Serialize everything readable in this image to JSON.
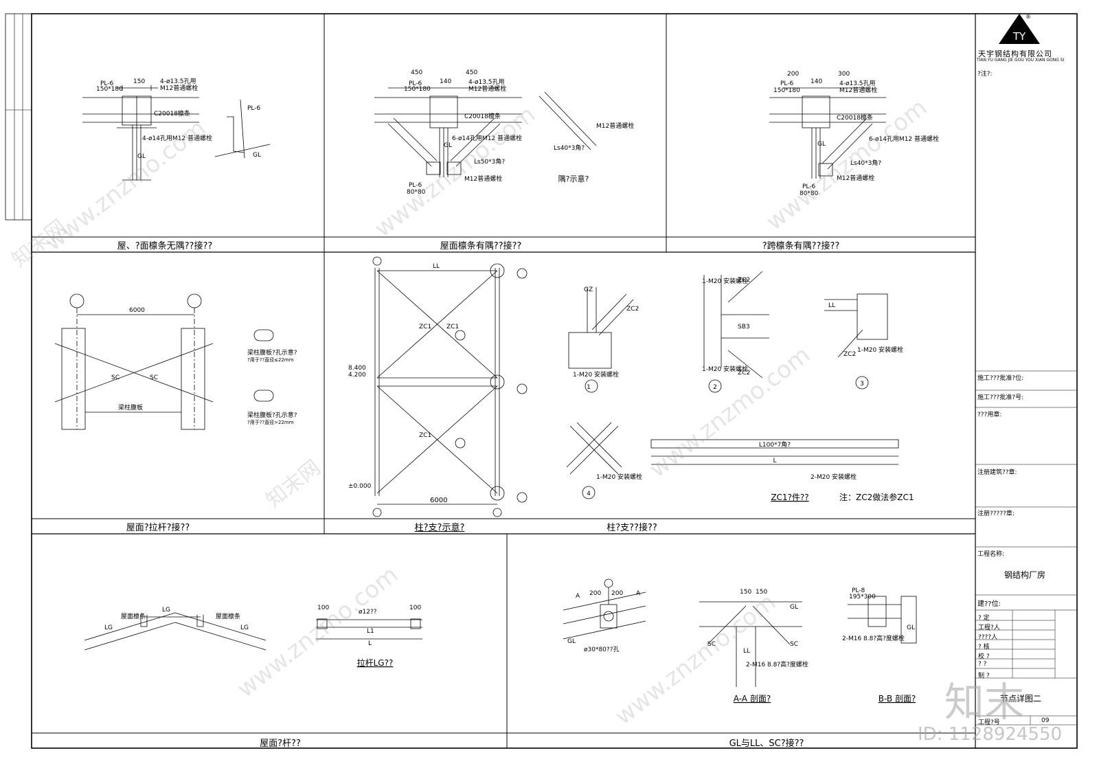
{
  "company": {
    "logo_text": "TY",
    "registered_mark": "®",
    "name_cn": "天宇钢结构有限公司",
    "name_pinyin": "TIAN YU GANG JIE GOU YOU XIAN GONG SI"
  },
  "title_block": {
    "note": "?注?:",
    "fields": [
      "施工???批准?位:",
      "施工???批准?号:",
      "???用章:",
      "注册建筑??章:",
      "注册?????章:",
      "工程名称:"
    ],
    "project_name": "钢结构厂房",
    "client_label": "建??位:",
    "roles": [
      "?  定",
      "工程?人",
      "????人",
      "?  核",
      "校  ?",
      "?  ?",
      "制  ?"
    ],
    "drawing_title": "节点详图二",
    "drawing_no_label": "工程?号",
    "drawing_no": "09"
  },
  "panels": {
    "p1": "屋、?面檩条无隅??接??",
    "p2": "屋面檩条有隅??接??",
    "p3": "?跨檩条有隅??接??",
    "p4": "屋面?拉杆?接??",
    "p5": "柱?支?示意?",
    "p6": "柱?支??接??",
    "p7": "屋面?杆??",
    "p8": "GL与LL、SC?接??"
  },
  "sub_labels": {
    "brace_note": "隅?示意?",
    "zc1_title": "ZC1?件??",
    "zc_note": "注：ZC2做法参ZC1",
    "rod_title": "拉杆LG??",
    "section_a": "A-A 剖面?",
    "section_b": "B-B 剖面?",
    "angle_member": "L100*7角?",
    "bolts_2m20": "2-M20 安装螺栓",
    "dim_6000": "6000",
    "elev_8400": "8.400",
    "elev_4200": "4.200",
    "elev_0": "±0.000",
    "zc1": "ZC1",
    "sc": "SC",
    "ll": "LL",
    "gl": "GL",
    "lg": "LG",
    "purlin": "C20018檩条",
    "pl6": "PL-6",
    "pl6_size": "150*180",
    "pl6_small": "80*80",
    "hole_note": "4-ø13.5孔用",
    "bolt_m12": "M12普通螺栓",
    "hole_note2": "4-ø14孔用M12 普通螺栓",
    "hole_note3": "6-ø14孔用M12 普通螺栓",
    "angle_50": "Ls50*3角?",
    "angle_40": "Ls40*3角?",
    "dim_450": "450",
    "dim_150": "150",
    "dim_140": "140",
    "dim_200": "200",
    "dim_300": "300",
    "dim_100": "100",
    "rod_dia": "ø12??",
    "rod_l1": "L1",
    "rod_l": "L",
    "purlin_label": "屋面檩条",
    "slot1": "梁柱腹板?孔示意?",
    "slot2": "梁柱腹板?孔示意?",
    "slot_note1": "?用于??直径≤22mm",
    "slot_note2": "?用于??直径>22mm",
    "beam_web": "梁柱腹板",
    "m20": "1-M20 安装螺栓",
    "m16": "2-M16 8.8?高?度螺栓",
    "sb3": "SB3",
    "zc2": "ZC2",
    "gz": "GZ",
    "pl8": "PL-8",
    "pl8_size": "195*300",
    "hole_30": "ø30*80??孔",
    "node1": "1",
    "node2": "2",
    "node3": "3",
    "node4": "4",
    "sec_a": "A"
  },
  "watermark": {
    "site": "www.znzmo.com",
    "brand_cn": "知末网",
    "logo_cn": "知末",
    "id": "ID: 1128924550"
  },
  "colors": {
    "line": "#000000",
    "watermark": "#b4b4b4"
  }
}
